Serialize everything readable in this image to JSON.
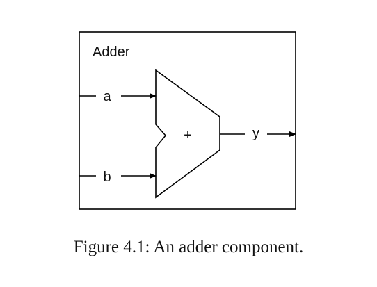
{
  "component": {
    "title": "Adder",
    "operator": "+",
    "inputs": [
      {
        "label": "a"
      },
      {
        "label": "b"
      }
    ],
    "output": {
      "label": "y"
    }
  },
  "caption": "Figure 4.1: An adder component.",
  "colors": {
    "stroke": "#000000",
    "text": "#111111",
    "background": "#ffffff"
  }
}
